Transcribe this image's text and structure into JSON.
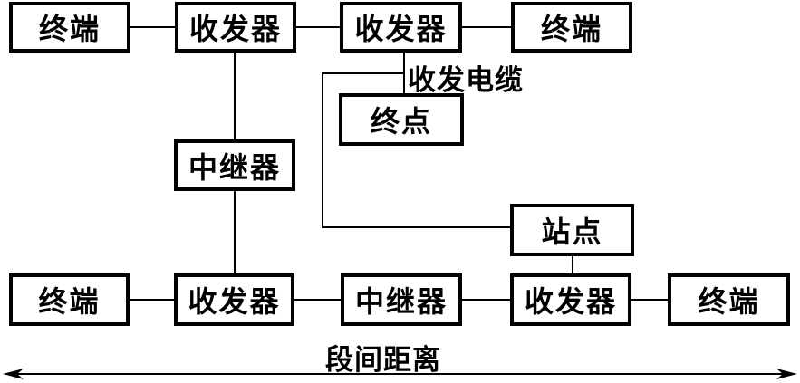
{
  "diagram": {
    "background": "#ffffff",
    "line_color": "#000000",
    "nodes": {
      "terminal_top_left": "终端",
      "transceiver_top_left": "收发器",
      "transceiver_top_right": "收发器",
      "terminal_top_right": "终端",
      "terminator": "终点",
      "repeater_middle": "中继器",
      "station": "站点",
      "terminal_bottom_left": "终端",
      "transceiver_bottom_left": "收发器",
      "repeater_bottom": "中继器",
      "transceiver_bottom_right": "收发器",
      "terminal_bottom_right": "终端"
    },
    "labels": {
      "cable_label": "收发电缆",
      "distance_label": "段间距离"
    }
  }
}
